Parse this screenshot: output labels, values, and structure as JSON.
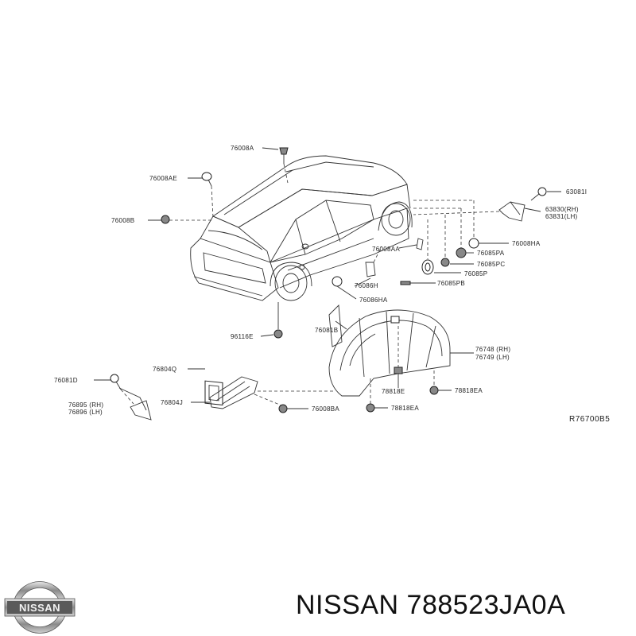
{
  "diagram": {
    "ref_code": "R76700B5",
    "labels": [
      {
        "id": "p76008A",
        "text": "76008A"
      },
      {
        "id": "p76008AE",
        "text": "76008AE"
      },
      {
        "id": "p76008B",
        "text": "76008B"
      },
      {
        "id": "p63081I",
        "text": "63081I"
      },
      {
        "id": "p63830",
        "text": "63830(RH)"
      },
      {
        "id": "p63831",
        "text": "63831(LH)"
      },
      {
        "id": "p76008HA",
        "text": "76008HA"
      },
      {
        "id": "p76008AA",
        "text": "76008AA"
      },
      {
        "id": "p76085PA",
        "text": "76085PA"
      },
      {
        "id": "p76085PC",
        "text": "76085PC"
      },
      {
        "id": "p76085P",
        "text": "76085P"
      },
      {
        "id": "p76086H",
        "text": "76086H"
      },
      {
        "id": "p76085PB",
        "text": "76085PB"
      },
      {
        "id": "p76086HA",
        "text": "76086HA"
      },
      {
        "id": "p96116E",
        "text": "96116E"
      },
      {
        "id": "p76081B",
        "text": "76081B"
      },
      {
        "id": "p76748",
        "text": "76748 (RH)"
      },
      {
        "id": "p76749",
        "text": "76749 (LH)"
      },
      {
        "id": "p76804Q",
        "text": "76804Q"
      },
      {
        "id": "p76081D",
        "text": "76081D"
      },
      {
        "id": "p78818E",
        "text": "78818E"
      },
      {
        "id": "p78818EA1",
        "text": "78818EA"
      },
      {
        "id": "p76804J",
        "text": "76804J"
      },
      {
        "id": "p76895",
        "text": "76895 (RH)"
      },
      {
        "id": "p76896",
        "text": "76896 (LH)"
      },
      {
        "id": "p76008BA",
        "text": "76008BA"
      },
      {
        "id": "p78818EA2",
        "text": "78818EA"
      }
    ]
  },
  "brand": {
    "logo_text": "NISSAN",
    "caption": "NISSAN 788523JA0A"
  }
}
